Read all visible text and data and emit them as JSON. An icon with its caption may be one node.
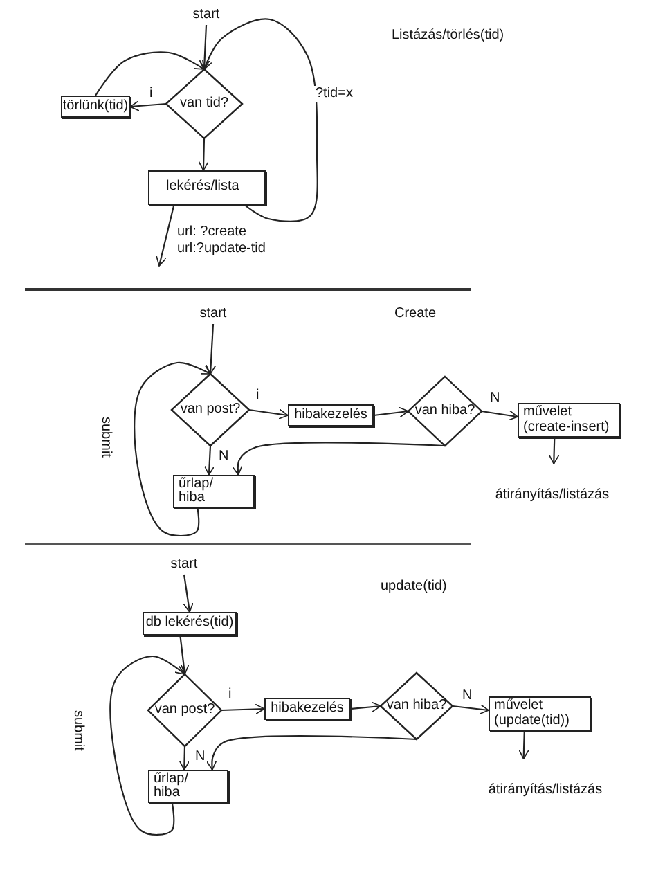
{
  "diagram": {
    "nodes": [
      {
        "text": [
          "start"
        ]
      },
      {
        "text": [
          "van tid?"
        ]
      },
      {
        "text": [
          "törlünk(tid)"
        ]
      },
      {
        "text": [
          "lekérés/lista"
        ]
      },
      {
        "text": [
          "start"
        ]
      },
      {
        "text": [
          "van post?"
        ]
      },
      {
        "text": [
          "hibakezelés"
        ]
      },
      {
        "text": [
          "van hiba?"
        ]
      },
      {
        "text": [
          "művelet (create-insert)"
        ]
      },
      {
        "text": [
          "űrlap/ hiba"
        ]
      },
      {
        "text": [
          "átirányítás/listázás"
        ]
      },
      {
        "text": [
          "start"
        ]
      },
      {
        "text": [
          "db lekérés(tid)"
        ]
      },
      {
        "text": [
          "van post?"
        ]
      },
      {
        "text": [
          "hibakezelés"
        ]
      },
      {
        "text": [
          "van hiba?"
        ]
      },
      {
        "text": [
          "művelet (update(tid))"
        ]
      },
      {
        "text": [
          "űrlap/ hiba"
        ]
      },
      {
        "text": [
          "átirányítás/listázás"
        ]
      }
    ],
    "edges": [
      {
        "from": 0,
        "to": 1,
        "arrow": "to"
      },
      {
        "from": 1,
        "to": 2,
        "arrow": "to",
        "label": "i"
      },
      {
        "from": 2,
        "to": 1,
        "arrow": "to"
      },
      {
        "from": 1,
        "to": 3,
        "arrow": "to"
      },
      {
        "from": 3,
        "to": null,
        "arrow": "to",
        "label": "url: ?create url:?update-tid"
      },
      {
        "from": 3,
        "to": 1,
        "arrow": "to",
        "label": "?tid=x"
      },
      {
        "from": 4,
        "to": 5,
        "arrow": "to"
      },
      {
        "from": 5,
        "to": 6,
        "arrow": "to",
        "label": "i"
      },
      {
        "from": 6,
        "to": 7,
        "arrow": "to"
      },
      {
        "from": 7,
        "to": 8,
        "arrow": "to",
        "label": "N"
      },
      {
        "from": 5,
        "to": 9,
        "arrow": "to",
        "label": "N"
      },
      {
        "from": 7,
        "to": 9,
        "arrow": "to"
      },
      {
        "from": 9,
        "to": 5,
        "arrow": "to",
        "label": "submit"
      },
      {
        "from": 8,
        "to": 10,
        "arrow": "to"
      },
      {
        "from": 11,
        "to": 12,
        "arrow": "to"
      },
      {
        "from": 12,
        "to": 13,
        "arrow": "to"
      },
      {
        "from": 13,
        "to": 14,
        "arrow": "to",
        "label": "i"
      },
      {
        "from": 14,
        "to": 15,
        "arrow": "to"
      },
      {
        "from": 15,
        "to": 16,
        "arrow": "to",
        "label": "N"
      },
      {
        "from": 13,
        "to": 17,
        "arrow": "to",
        "label": "N"
      },
      {
        "from": 15,
        "to": 17,
        "arrow": "to"
      },
      {
        "from": 17,
        "to": 13,
        "arrow": "to",
        "label": "submit"
      },
      {
        "from": 16,
        "to": 18,
        "arrow": "to"
      }
    ],
    "labels": [
      "Listázás/törlés(tid)",
      "Create",
      "update(tid)"
    ]
  }
}
